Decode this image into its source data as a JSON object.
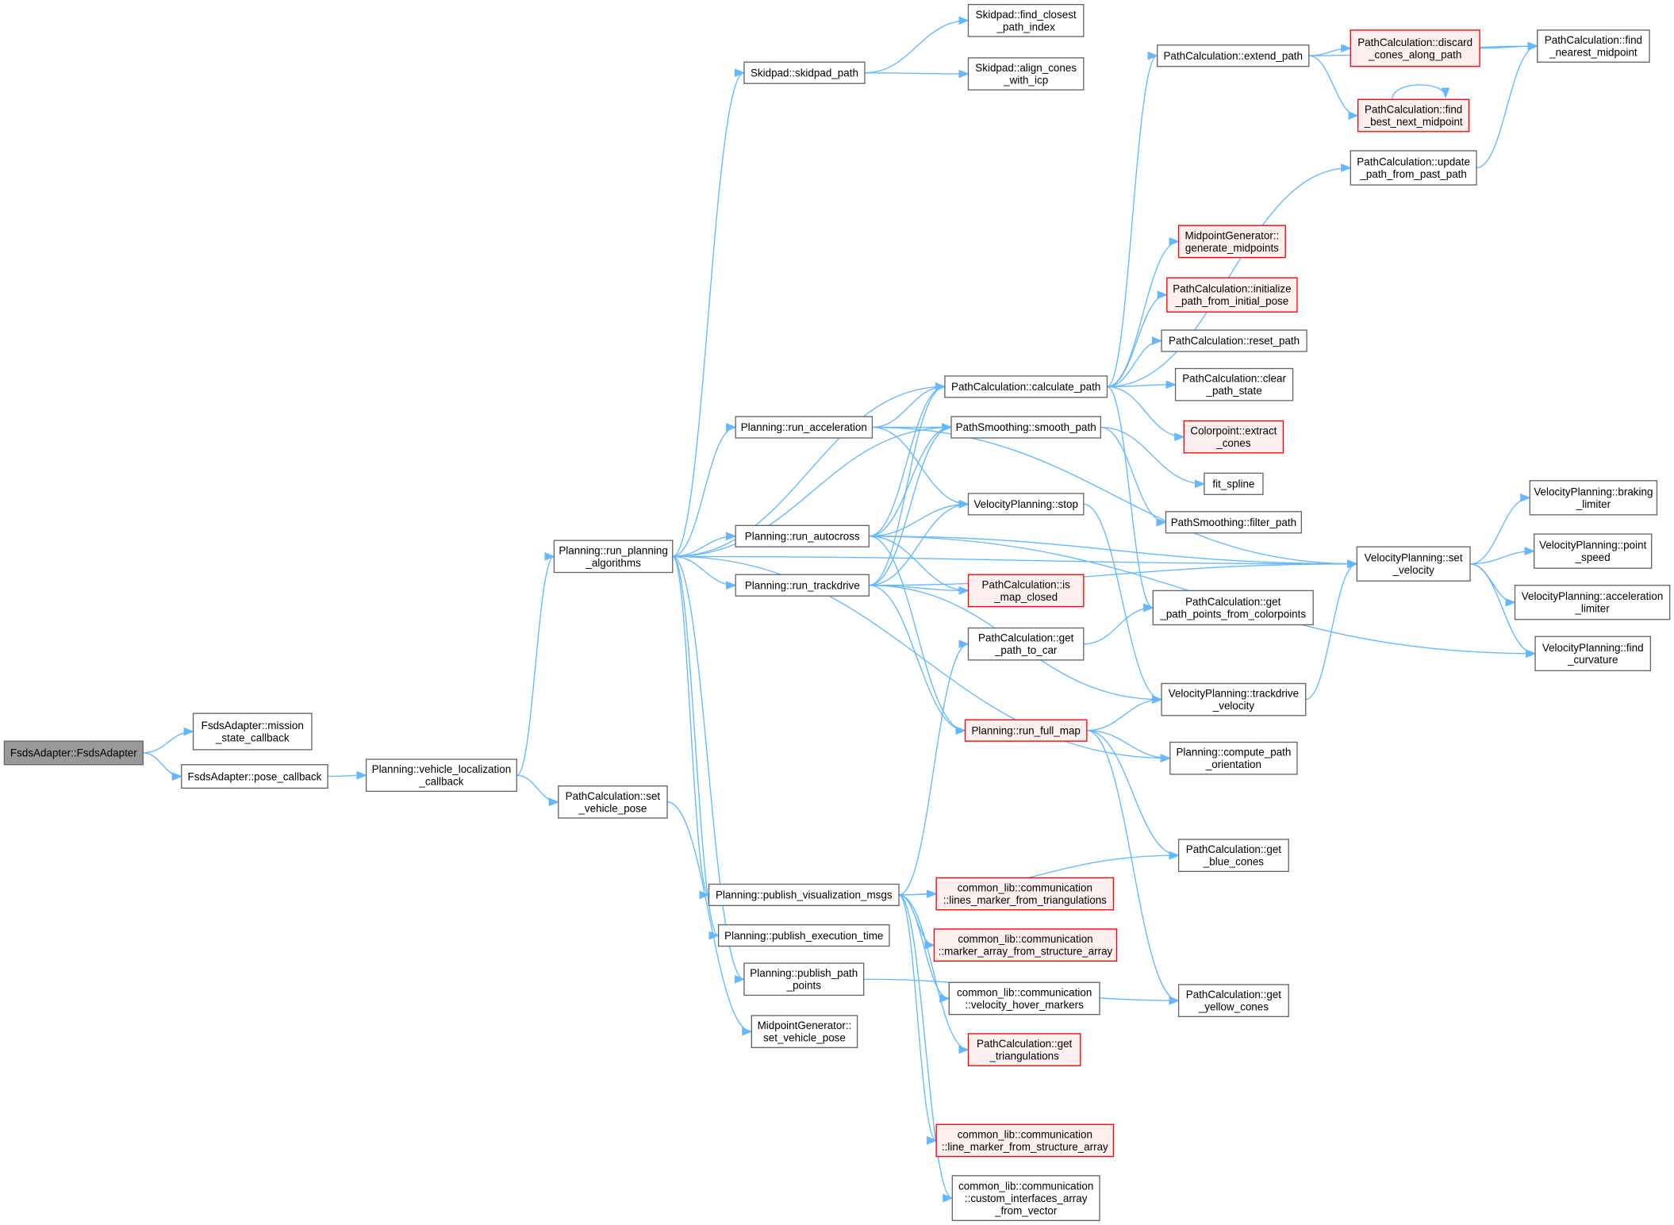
{
  "graph": {
    "colors": {
      "edge": "#63b8ff",
      "node_border": "#666666",
      "highlight_border": "#ff0000",
      "highlight_fill": "#fff0f0",
      "root_fill": "#999999"
    },
    "nodes": [
      {
        "lines": [
          "FsdsAdapter::FsdsAdapter"
        ],
        "style": "root"
      },
      {
        "lines": [
          "FsdsAdapter::mission",
          "_state_callback"
        ]
      },
      {
        "lines": [
          "FsdsAdapter::pose_callback"
        ]
      },
      {
        "lines": [
          "Planning::vehicle_localization",
          "_callback"
        ]
      },
      {
        "lines": [
          "PathCalculation::set",
          "_vehicle_pose"
        ]
      },
      {
        "lines": [
          "Planning::run_planning",
          "_algorithms"
        ]
      },
      {
        "lines": [
          "Skidpad::skidpad_path"
        ]
      },
      {
        "lines": [
          "Skidpad::find_closest",
          "_path_index"
        ]
      },
      {
        "lines": [
          "Skidpad::align_cones",
          "_with_icp"
        ]
      },
      {
        "lines": [
          "Planning::run_acceleration"
        ]
      },
      {
        "lines": [
          "Planning::run_autocross"
        ]
      },
      {
        "lines": [
          "Planning::run_trackdrive"
        ]
      },
      {
        "lines": [
          "Planning::publish_visualization_msgs"
        ]
      },
      {
        "lines": [
          "Planning::publish_execution_time"
        ]
      },
      {
        "lines": [
          "Planning::publish_path",
          "_points"
        ]
      },
      {
        "lines": [
          "MidpointGenerator::",
          "set_vehicle_pose"
        ]
      },
      {
        "lines": [
          "PathCalculation::calculate_path"
        ]
      },
      {
        "lines": [
          "PathSmoothing::smooth_path"
        ]
      },
      {
        "lines": [
          "VelocityPlanning::stop"
        ]
      },
      {
        "lines": [
          "PathCalculation::is",
          "_map_closed"
        ],
        "style": "red"
      },
      {
        "lines": [
          "PathCalculation::get",
          "_path_to_car"
        ]
      },
      {
        "lines": [
          "Planning::run_full_map"
        ],
        "style": "red"
      },
      {
        "lines": [
          "common_lib::communication",
          "::lines_marker_from_triangulations"
        ],
        "style": "red"
      },
      {
        "lines": [
          "common_lib::communication",
          "::marker_array_from_structure_array"
        ],
        "style": "red"
      },
      {
        "lines": [
          "common_lib::communication",
          "::velocity_hover_markers"
        ]
      },
      {
        "lines": [
          "PathCalculation::get",
          "_triangulations"
        ],
        "style": "red"
      },
      {
        "lines": [
          "common_lib::communication",
          "::line_marker_from_structure_array"
        ],
        "style": "red"
      },
      {
        "lines": [
          "common_lib::communication",
          "::custom_interfaces_array",
          "_from_vector"
        ]
      },
      {
        "lines": [
          "PathCalculation::extend_path"
        ]
      },
      {
        "lines": [
          "PathCalculation::discard",
          "_cones_along_path"
        ],
        "style": "red"
      },
      {
        "lines": [
          "PathCalculation::find",
          "_nearest_midpoint"
        ]
      },
      {
        "lines": [
          "PathCalculation::find",
          "_best_next_midpoint"
        ],
        "style": "red"
      },
      {
        "lines": [
          "PathCalculation::update",
          "_path_from_past_path"
        ]
      },
      {
        "lines": [
          "MidpointGenerator::",
          "generate_midpoints"
        ],
        "style": "red"
      },
      {
        "lines": [
          "PathCalculation::initialize",
          "_path_from_initial_pose"
        ],
        "style": "red"
      },
      {
        "lines": [
          "PathCalculation::reset_path"
        ]
      },
      {
        "lines": [
          "PathCalculation::clear",
          "_path_state"
        ]
      },
      {
        "lines": [
          "Colorpoint::extract",
          "_cones"
        ],
        "style": "red"
      },
      {
        "lines": [
          "fit_spline"
        ]
      },
      {
        "lines": [
          "PathSmoothing::filter_path"
        ]
      },
      {
        "lines": [
          "PathCalculation::get",
          "_path_points_from_colorpoints"
        ]
      },
      {
        "lines": [
          "VelocityPlanning::trackdrive",
          "_velocity"
        ]
      },
      {
        "lines": [
          "Planning::compute_path",
          "_orientation"
        ]
      },
      {
        "lines": [
          "PathCalculation::get",
          "_blue_cones"
        ]
      },
      {
        "lines": [
          "PathCalculation::get",
          "_yellow_cones"
        ]
      },
      {
        "lines": [
          "VelocityPlanning::set",
          "_velocity"
        ]
      },
      {
        "lines": [
          "VelocityPlanning::braking",
          "_limiter"
        ]
      },
      {
        "lines": [
          "VelocityPlanning::point",
          "_speed"
        ]
      },
      {
        "lines": [
          "VelocityPlanning::acceleration",
          "_limiter"
        ]
      },
      {
        "lines": [
          "VelocityPlanning::find",
          "_curvature"
        ]
      }
    ],
    "edges": [
      [
        0,
        1
      ],
      [
        0,
        2
      ],
      [
        2,
        3
      ],
      [
        3,
        5
      ],
      [
        3,
        4
      ],
      [
        4,
        15
      ],
      [
        5,
        6
      ],
      [
        6,
        7
      ],
      [
        6,
        8
      ],
      [
        5,
        9
      ],
      [
        5,
        10
      ],
      [
        5,
        11
      ],
      [
        5,
        12
      ],
      [
        5,
        13
      ],
      [
        5,
        14
      ],
      [
        5,
        16
      ],
      [
        5,
        17
      ],
      [
        5,
        45
      ],
      [
        5,
        42
      ],
      [
        9,
        16
      ],
      [
        9,
        17
      ],
      [
        9,
        18
      ],
      [
        9,
        45
      ],
      [
        10,
        16
      ],
      [
        10,
        17
      ],
      [
        10,
        18
      ],
      [
        10,
        19
      ],
      [
        10,
        21
      ],
      [
        10,
        45
      ],
      [
        10,
        49
      ],
      [
        11,
        16
      ],
      [
        11,
        17
      ],
      [
        11,
        18
      ],
      [
        11,
        19
      ],
      [
        11,
        21
      ],
      [
        11,
        41
      ],
      [
        11,
        45
      ],
      [
        12,
        20
      ],
      [
        12,
        43
      ],
      [
        12,
        22
      ],
      [
        12,
        23
      ],
      [
        12,
        24
      ],
      [
        12,
        25
      ],
      [
        12,
        26
      ],
      [
        12,
        27
      ],
      [
        14,
        44
      ],
      [
        16,
        28
      ],
      [
        16,
        32
      ],
      [
        16,
        33
      ],
      [
        16,
        34
      ],
      [
        16,
        35
      ],
      [
        16,
        36
      ],
      [
        16,
        37
      ],
      [
        16,
        40
      ],
      [
        17,
        38
      ],
      [
        17,
        39
      ],
      [
        18,
        41
      ],
      [
        20,
        40
      ],
      [
        21,
        41
      ],
      [
        21,
        42
      ],
      [
        21,
        43
      ],
      [
        21,
        44
      ],
      [
        28,
        29
      ],
      [
        28,
        30
      ],
      [
        28,
        31
      ],
      [
        29,
        30
      ],
      [
        31,
        31
      ],
      [
        32,
        30
      ],
      [
        41,
        45
      ],
      [
        45,
        46
      ],
      [
        45,
        47
      ],
      [
        45,
        48
      ],
      [
        45,
        49
      ]
    ]
  }
}
